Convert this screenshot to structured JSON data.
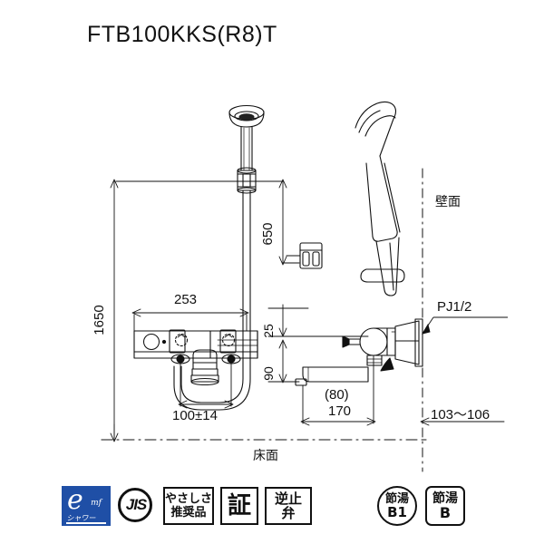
{
  "title": "FTB100KKS(R8)T",
  "labels": {
    "wall": "壁面",
    "floor": "床面",
    "thread": "PJ1/2"
  },
  "dimensions": {
    "height_total": "1650",
    "shower_drop": "650",
    "body_width": "253",
    "spacing": "100±14",
    "gap_25": "25",
    "gap_90": "90",
    "spout_paren": "(80)",
    "spout_170": "170",
    "wall_clearance": "103〜106"
  },
  "badges": {
    "eco_shower": {
      "glyph": "e",
      "mf": "mf",
      "sub": "シャワー"
    },
    "jis": "JIS",
    "yasashisa": {
      "line1": "やさしさ",
      "line2": "推奨品"
    },
    "sho": "証",
    "gyakushiben": {
      "line1": "逆止",
      "line2": "弁"
    },
    "setsuyu_b1": {
      "line1": "節湯",
      "line2": "B1"
    },
    "setsuyu_b": {
      "line1": "節湯",
      "line2": "B"
    }
  },
  "colors": {
    "line": "#111111",
    "badge_blue": "#1f4fa6",
    "background": "#ffffff"
  }
}
